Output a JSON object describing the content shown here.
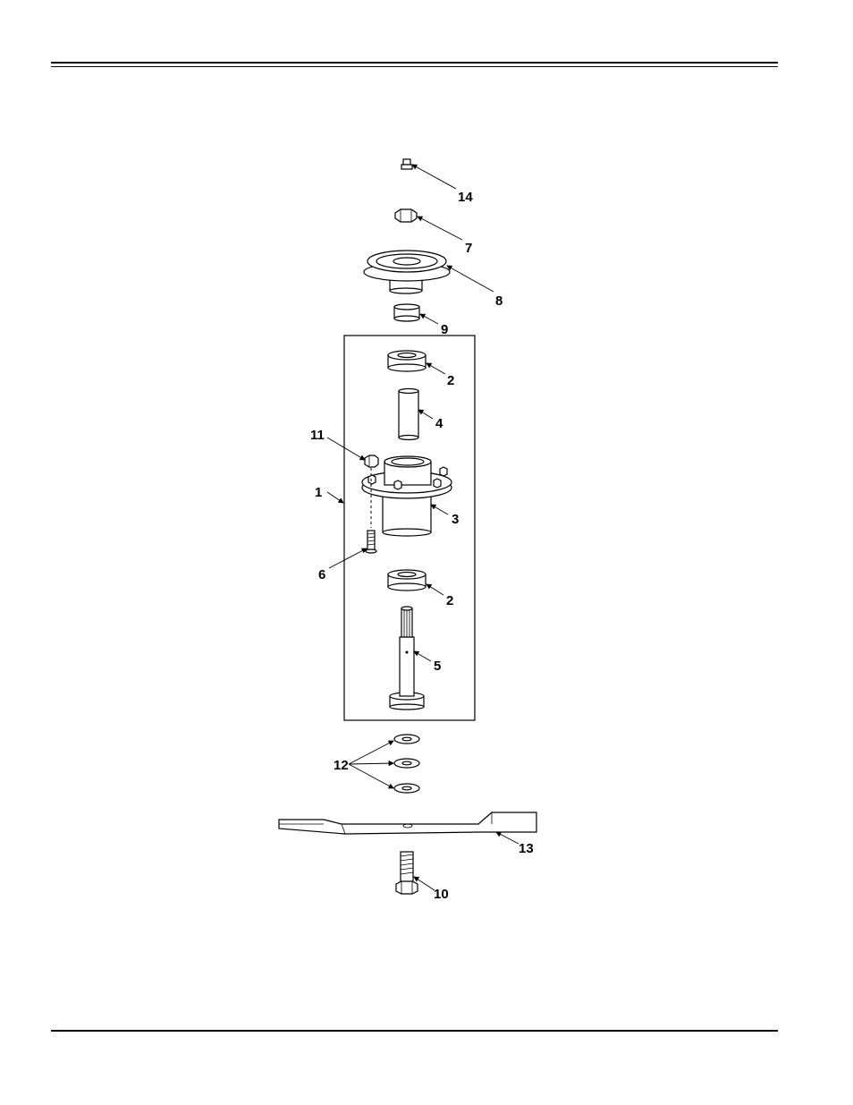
{
  "callouts": {
    "c1": "1",
    "c2a": "2",
    "c2b": "2",
    "c3": "3",
    "c4": "4",
    "c5": "5",
    "c6": "6",
    "c7": "7",
    "c8": "8",
    "c9": "9",
    "c10": "10",
    "c11": "11",
    "c12": "12",
    "c13": "13",
    "c14": "14"
  }
}
